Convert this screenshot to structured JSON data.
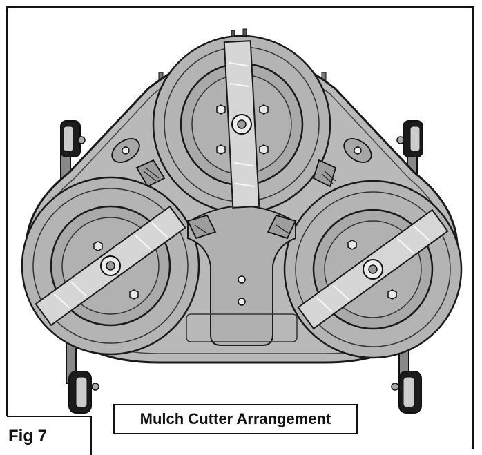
{
  "figure": {
    "caption": "Mulch Cutter Arrangement",
    "label": "Fig 7"
  },
  "illustration": {
    "subject": "mower-deck-underside",
    "spindle_count": 3,
    "blade_count": 3,
    "caster_wheel_count": 4,
    "colors": {
      "deck_fill": "#b9b9b9",
      "deck_inner": "#a9a9a9",
      "outline": "#1a1a1a",
      "blade_fill": "#d6d6d6",
      "wheel_fill": "#1c1c1c",
      "wheel_rim": "#cccccc",
      "paper": "#ffffff"
    }
  }
}
